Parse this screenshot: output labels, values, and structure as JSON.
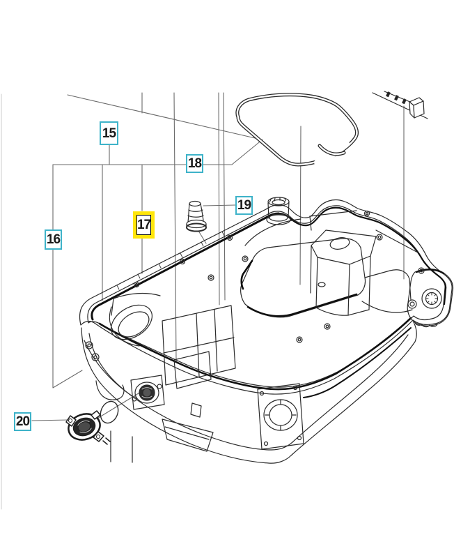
{
  "diagram": {
    "type": "exploded-parts-line-drawing",
    "callouts": [
      {
        "label": "15",
        "highlighted": false
      },
      {
        "label": "16",
        "highlighted": false
      },
      {
        "label": "17",
        "highlighted": true
      },
      {
        "label": "18",
        "highlighted": false
      },
      {
        "label": "19",
        "highlighted": false
      },
      {
        "label": "20",
        "highlighted": false
      }
    ],
    "colors": {
      "callout_border": "#3eb3c9",
      "highlight_fill": "#ffe60a",
      "line_art": "#262626",
      "leader_line": "#6a6a6a",
      "background": "#ffffff"
    }
  }
}
